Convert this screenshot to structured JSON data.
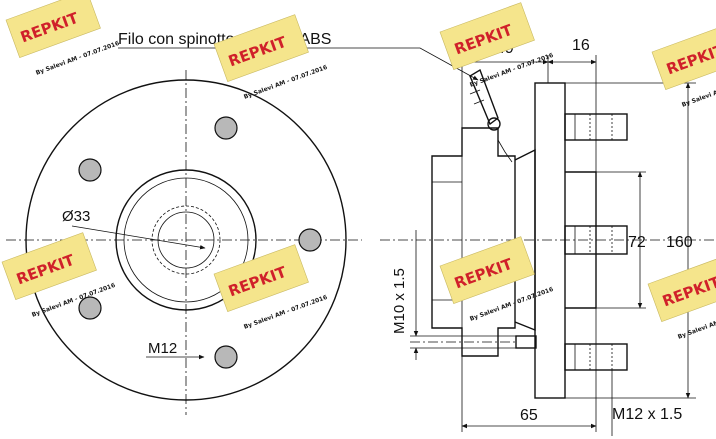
{
  "annotations": {
    "abs_sensor": "Filo con spinotto sensore ABS",
    "dia_bore": "Ø33",
    "thread_left": "M12",
    "thread_side": "M10 x 1.5",
    "dim_49": "49",
    "dim_16": "16",
    "dim_72": "72",
    "dim_160": "160",
    "dim_65": "65",
    "thread_stud": "M12 x 1.5"
  },
  "watermark": {
    "brand": "REPKIT",
    "byline": "By Salevi AM - 07.07.2016"
  },
  "colors": {
    "watermark_fill": "#f5e58c",
    "watermark_text": "#d0202a",
    "bolt_holes": "#b8b8b8"
  }
}
